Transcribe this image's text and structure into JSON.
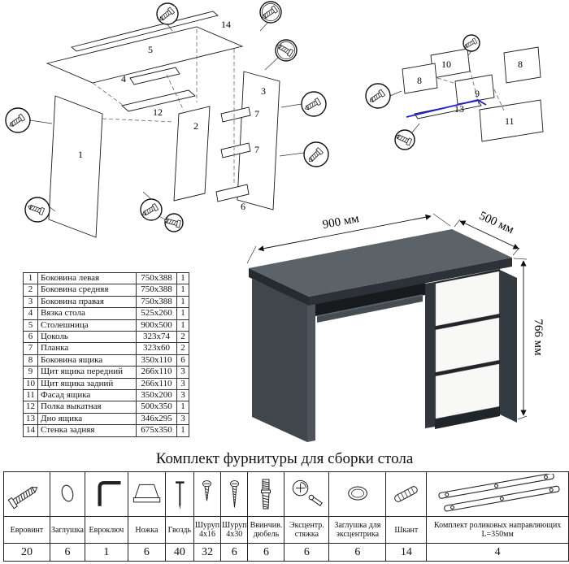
{
  "parts_table": {
    "rows": [
      {
        "n": "1",
        "name": "Боковина левая",
        "size": "750x388",
        "qty": "1"
      },
      {
        "n": "2",
        "name": "Боковина средняя",
        "size": "750x388",
        "qty": "1"
      },
      {
        "n": "3",
        "name": "Боковина правая",
        "size": "750x388",
        "qty": "1"
      },
      {
        "n": "4",
        "name": "Вязка стола",
        "size": "525x260",
        "qty": "1"
      },
      {
        "n": "5",
        "name": "Столешница",
        "size": "900x500",
        "qty": "1"
      },
      {
        "n": "6",
        "name": "Цоколь",
        "size": "323x74",
        "qty": "2"
      },
      {
        "n": "7",
        "name": "Планка",
        "size": "323x60",
        "qty": "2"
      },
      {
        "n": "8",
        "name": "Боковина ящика",
        "size": "350x110",
        "qty": "6"
      },
      {
        "n": "9",
        "name": "Щит ящика передний",
        "size": "266x110",
        "qty": "3"
      },
      {
        "n": "10",
        "name": "Щит ящика задний",
        "size": "266x110",
        "qty": "3"
      },
      {
        "n": "11",
        "name": "Фасад ящика",
        "size": "350x200",
        "qty": "3"
      },
      {
        "n": "12",
        "name": "Полка выкатная",
        "size": "500x350",
        "qty": "1"
      },
      {
        "n": "13",
        "name": "Дно ящика",
        "size": "346x295",
        "qty": "3"
      },
      {
        "n": "14",
        "name": "Стенка задняя",
        "size": "675x350",
        "qty": "1"
      }
    ]
  },
  "desk": {
    "dim_width": "900 мм",
    "dim_depth": "500 мм",
    "dim_height": "766 мм",
    "colors": {
      "top": "#5b6268",
      "body": "#3f464c",
      "drawer": "#f8f8f6",
      "plinth": "#202529"
    }
  },
  "diagram_main": {
    "labels": {
      "l1": "1",
      "l2": "2",
      "l3": "3",
      "l4": "4",
      "l5": "5",
      "l6": "6",
      "l7a": "7",
      "l7b": "7",
      "l12": "12",
      "l14": "14"
    },
    "callout_icon": "screw-icon"
  },
  "diagram_drawer": {
    "labels": {
      "l8a": "8",
      "l8b": "8",
      "l9": "9",
      "l10": "10",
      "l11": "11",
      "l13": "13"
    },
    "callout_icon": "screw-icon"
  },
  "hardware": {
    "title": "Комплект фурнитуры для сборки стола",
    "items": [
      {
        "name": "Евровинт",
        "qty": "20",
        "icon": "euro-screw-icon"
      },
      {
        "name": "Заглушка",
        "qty": "6",
        "icon": "cap-icon"
      },
      {
        "name": "Евроключ",
        "qty": "1",
        "icon": "hex-key-icon"
      },
      {
        "name": "Ножка",
        "qty": "6",
        "icon": "furniture-leg-icon"
      },
      {
        "name": "Гвоздь",
        "qty": "40",
        "icon": "nail-icon"
      },
      {
        "name": "Шуруп 4x16",
        "qty": "32",
        "icon": "screw-short-icon"
      },
      {
        "name": "Шуруп 4x30",
        "qty": "6",
        "icon": "screw-long-icon"
      },
      {
        "name": "Ввинчив. дюбель",
        "qty": "6",
        "icon": "threaded-dowel-icon"
      },
      {
        "name": "Эксцентр. стяжка",
        "qty": "6",
        "icon": "cam-lock-icon"
      },
      {
        "name": "Заглушка для эксцентрика",
        "qty": "6",
        "icon": "cam-cap-icon"
      },
      {
        "name": "Шкант",
        "qty": "14",
        "icon": "wood-dowel-icon"
      },
      {
        "name": "Комплект роликовых направляющих L=350мм",
        "qty": "4",
        "icon": "drawer-slides-icon"
      }
    ]
  }
}
